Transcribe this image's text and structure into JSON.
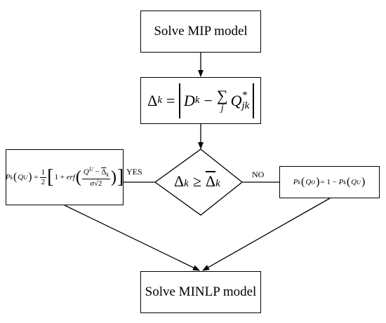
{
  "boxes": {
    "mip": "Solve MIP model",
    "minlp": "Solve MINLP model"
  },
  "labels": {
    "yes": "YES",
    "no": "NO"
  },
  "formulas": {
    "delta_sym": "Δ",
    "delta_sub": "k",
    "eq": "=",
    "D": "D",
    "minus": "−",
    "sum": "∑",
    "sum_sub": "j",
    "Q": "Q",
    "Q_sup": "*",
    "Q_sub": "jk",
    "geq": "≥",
    "left_P": "P",
    "left_k": "k",
    "left_QU": "Q",
    "U": "U",
    "half_num": "1",
    "half_den": "2",
    "one_plus": "1 + ",
    "erf": "erf",
    "sigma": "σ",
    "sqrt2": "2",
    "right_eq": "= 1 − ",
    "O": "O"
  }
}
